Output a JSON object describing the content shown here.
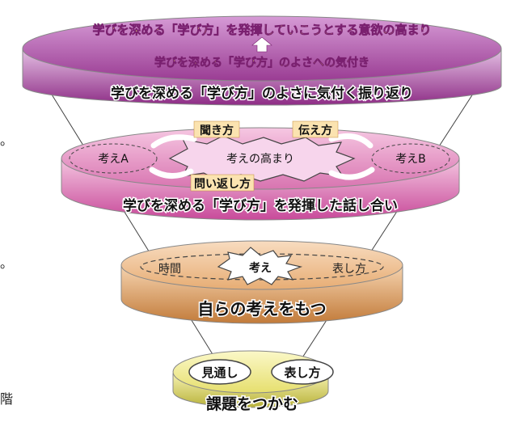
{
  "title": "学びを深める「学び方」を発揮していこうとする意欲の高まり",
  "levels": {
    "top": {
      "title": "学びを深める「学び方」を発揮していこうとする意欲の高まり",
      "subtitle": "学びを深める「学び方」のよさへの気付き",
      "band_label": "学びを深める「学び方」のよさに気付く振り返り"
    },
    "discussion": {
      "center": "考えの高まり",
      "left": "考えA",
      "right": "考えB",
      "tags": [
        "聞き方",
        "伝え方",
        "問い返し方"
      ],
      "band_label": "学びを深める「学び方」を発揮した話し合い"
    },
    "own_thought": {
      "center": "考え",
      "left": "時間",
      "right": "表し方",
      "band_label": "自らの考えをもつ"
    },
    "grasp": {
      "left": "見通し",
      "right": "表し方",
      "band_label": "課題をつかむ"
    }
  },
  "side_marks": [
    "。",
    "。",
    "階"
  ],
  "colors": {
    "purple_dark": "#8e2d86",
    "purple_light": "#c58fcb",
    "pink_dark": "#c84a9a",
    "pink_light": "#efb0d4",
    "orange_dark": "#c27b3a",
    "orange_light": "#f2c9a0",
    "yellow_dark": "#b8b23a",
    "yellow_light": "#f3f0a0",
    "tag_bg": "#fbe3b0",
    "title_text": "#ffff66"
  }
}
